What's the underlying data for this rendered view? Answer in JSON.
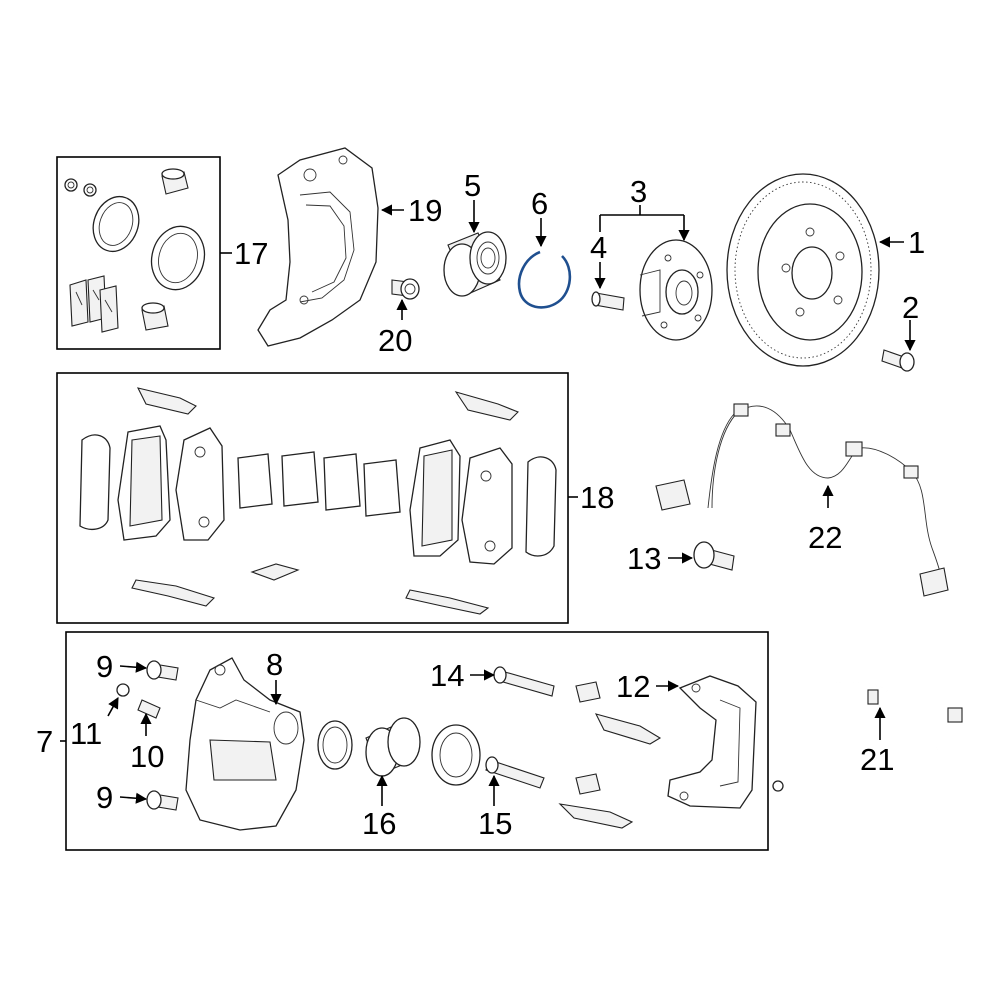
{
  "diagram": {
    "callouts": [
      {
        "id": "c1",
        "text": "1"
      },
      {
        "id": "c2",
        "text": "2"
      },
      {
        "id": "c3",
        "text": "3"
      },
      {
        "id": "c4",
        "text": "4"
      },
      {
        "id": "c5",
        "text": "5"
      },
      {
        "id": "c6",
        "text": "6"
      },
      {
        "id": "c7",
        "text": "7"
      },
      {
        "id": "c8",
        "text": "8"
      },
      {
        "id": "c9a",
        "text": "9"
      },
      {
        "id": "c9b",
        "text": "9"
      },
      {
        "id": "c10",
        "text": "10"
      },
      {
        "id": "c11",
        "text": "11"
      },
      {
        "id": "c12",
        "text": "12"
      },
      {
        "id": "c13",
        "text": "13"
      },
      {
        "id": "c14",
        "text": "14"
      },
      {
        "id": "c15",
        "text": "15"
      },
      {
        "id": "c16",
        "text": "16"
      },
      {
        "id": "c17",
        "text": "17"
      },
      {
        "id": "c18",
        "text": "18"
      },
      {
        "id": "c19",
        "text": "19"
      },
      {
        "id": "c20",
        "text": "20"
      },
      {
        "id": "c21",
        "text": "21"
      },
      {
        "id": "c22",
        "text": "22"
      }
    ],
    "accent_color": "#1f4f8f"
  }
}
